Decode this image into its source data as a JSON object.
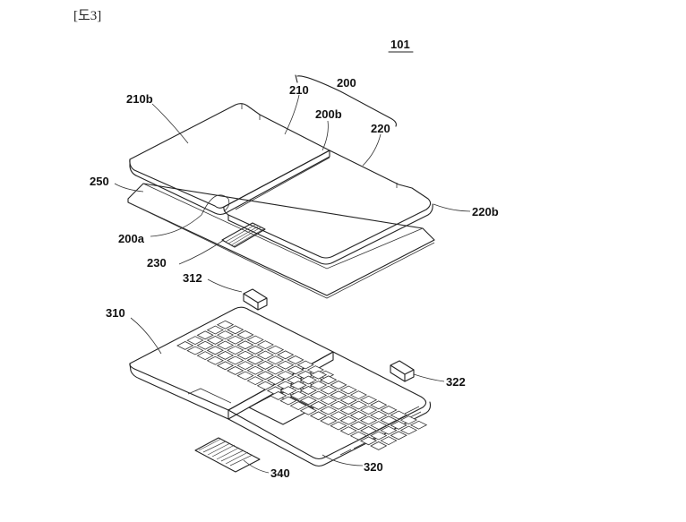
{
  "figure": {
    "tag": "[도3]",
    "ref": "101"
  },
  "labels": {
    "l200": "200",
    "l210": "210",
    "l210b": "210b",
    "l200b": "200b",
    "l220": "220",
    "l250": "250",
    "l220b": "220b",
    "l200a": "200a",
    "l230": "230",
    "l312": "312",
    "l310": "310",
    "l322": "322",
    "l320": "320",
    "l340": "340"
  }
}
